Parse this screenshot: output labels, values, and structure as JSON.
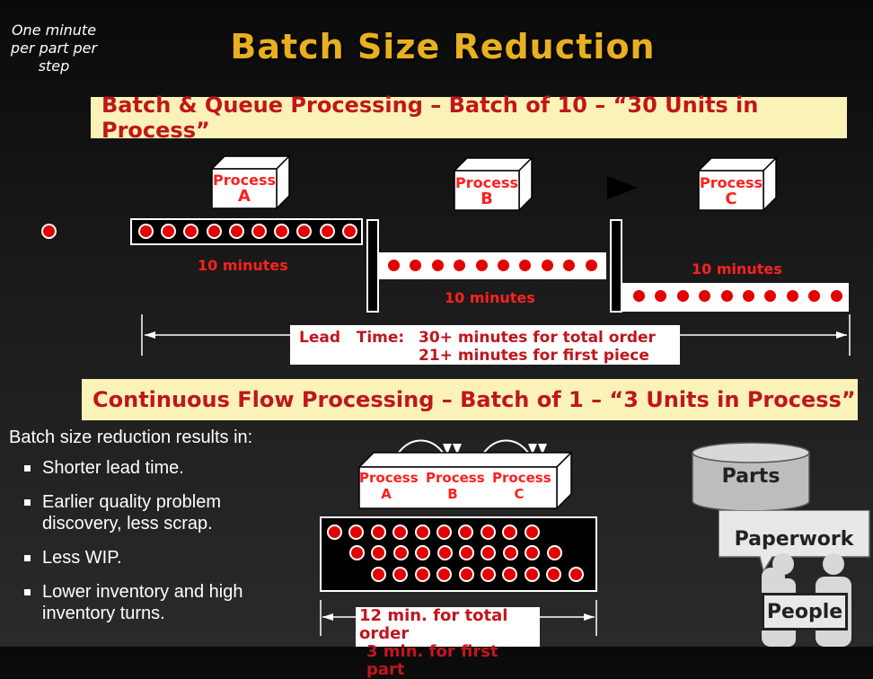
{
  "note": "One minute per part per step",
  "title": "Batch Size Reduction",
  "batch_header": "Batch & Queue Processing – Batch of 10 – “30 Units in Process”",
  "process_a": {
    "word": "Process",
    "letter": "A"
  },
  "process_b": {
    "word": "Process",
    "letter": "B"
  },
  "process_c": {
    "word": "Process",
    "letter": "C"
  },
  "minutes_a": "10 minutes",
  "minutes_b": "10 minutes",
  "minutes_c": "10 minutes",
  "lead_label": "Lead   Time:",
  "lead_total": "30+ minutes for total order",
  "lead_first": "21+ minutes for first piece",
  "flow_header": "Continuous Flow Processing – Batch of 1 – “3 Units in Process”",
  "bullets_intro": "Batch size reduction results in:",
  "bullets": [
    "Shorter lead time.",
    "Earlier quality problem discovery, less scrap.",
    "Less WIP.",
    "Lower inventory and high inventory turns."
  ],
  "flow_total": "12 min. for total order",
  "flow_first": "3 min. for first part",
  "parts": "Parts",
  "paperwork": "Paperwork",
  "people": "People",
  "colors": {
    "accent": "#e8b020",
    "banner": "#fbf2b8",
    "red": "#c0161c"
  }
}
